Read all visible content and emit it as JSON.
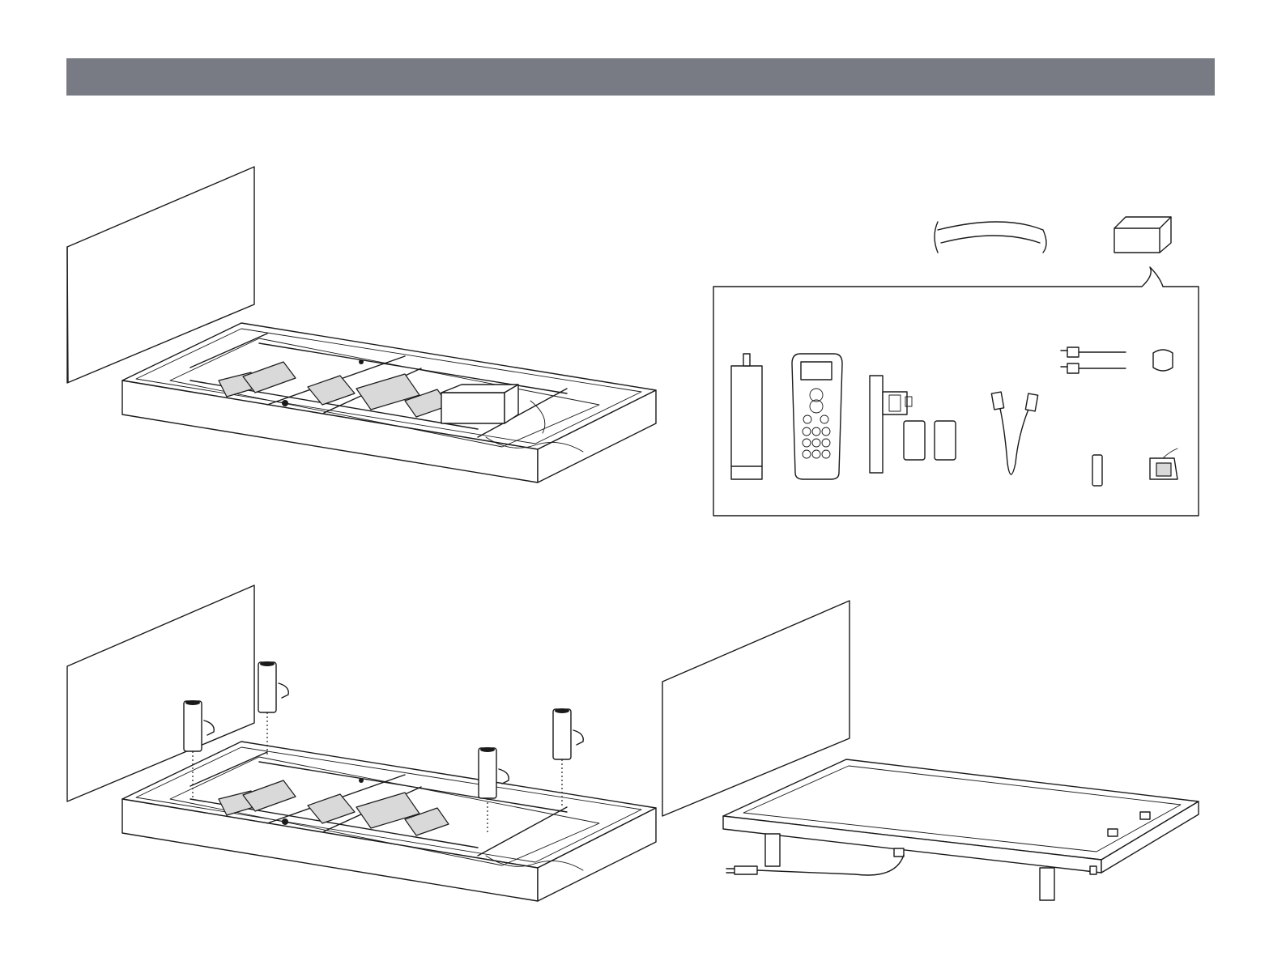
{
  "header": {
    "title": "",
    "background": "#787b83"
  },
  "figures": [
    {
      "id": "step-base-with-headboard",
      "icon": "bed-base-headboard-illustration"
    },
    {
      "id": "step-hardware-callout",
      "icon": "hardware-parts-illustration",
      "parts": [
        "leg",
        "remote-control",
        "remote-holder",
        "batteries-9v",
        "sync-cable",
        "power-cord",
        "cable-clip",
        "battery-aa",
        "floor-grip",
        "retainer-bar",
        "control-box"
      ]
    },
    {
      "id": "step-attach-legs",
      "icon": "leg-installation-illustration",
      "legs_count": 4
    },
    {
      "id": "step-assembled-base",
      "icon": "assembled-bed-base-illustration"
    }
  ],
  "colors": {
    "ink": "#1a1a1a",
    "accent_gray": "#d9d9d9"
  }
}
